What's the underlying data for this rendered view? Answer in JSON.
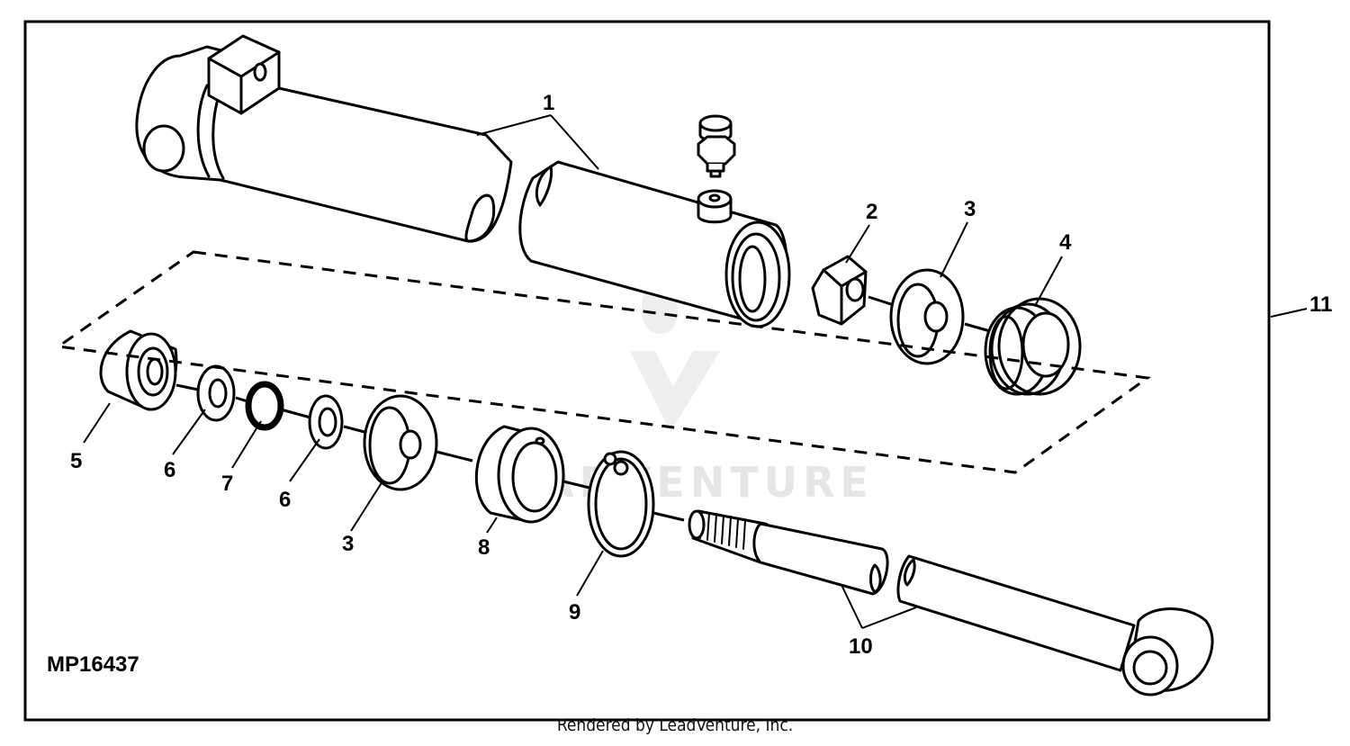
{
  "diagram": {
    "code": "MP16437",
    "footer": "Rendered by LeadVenture, Inc.",
    "watermark": "LEADVENTURE",
    "callouts": [
      "1",
      "2",
      "3",
      "4",
      "5",
      "6",
      "7",
      "6",
      "3",
      "8",
      "9",
      "10",
      "11"
    ]
  }
}
